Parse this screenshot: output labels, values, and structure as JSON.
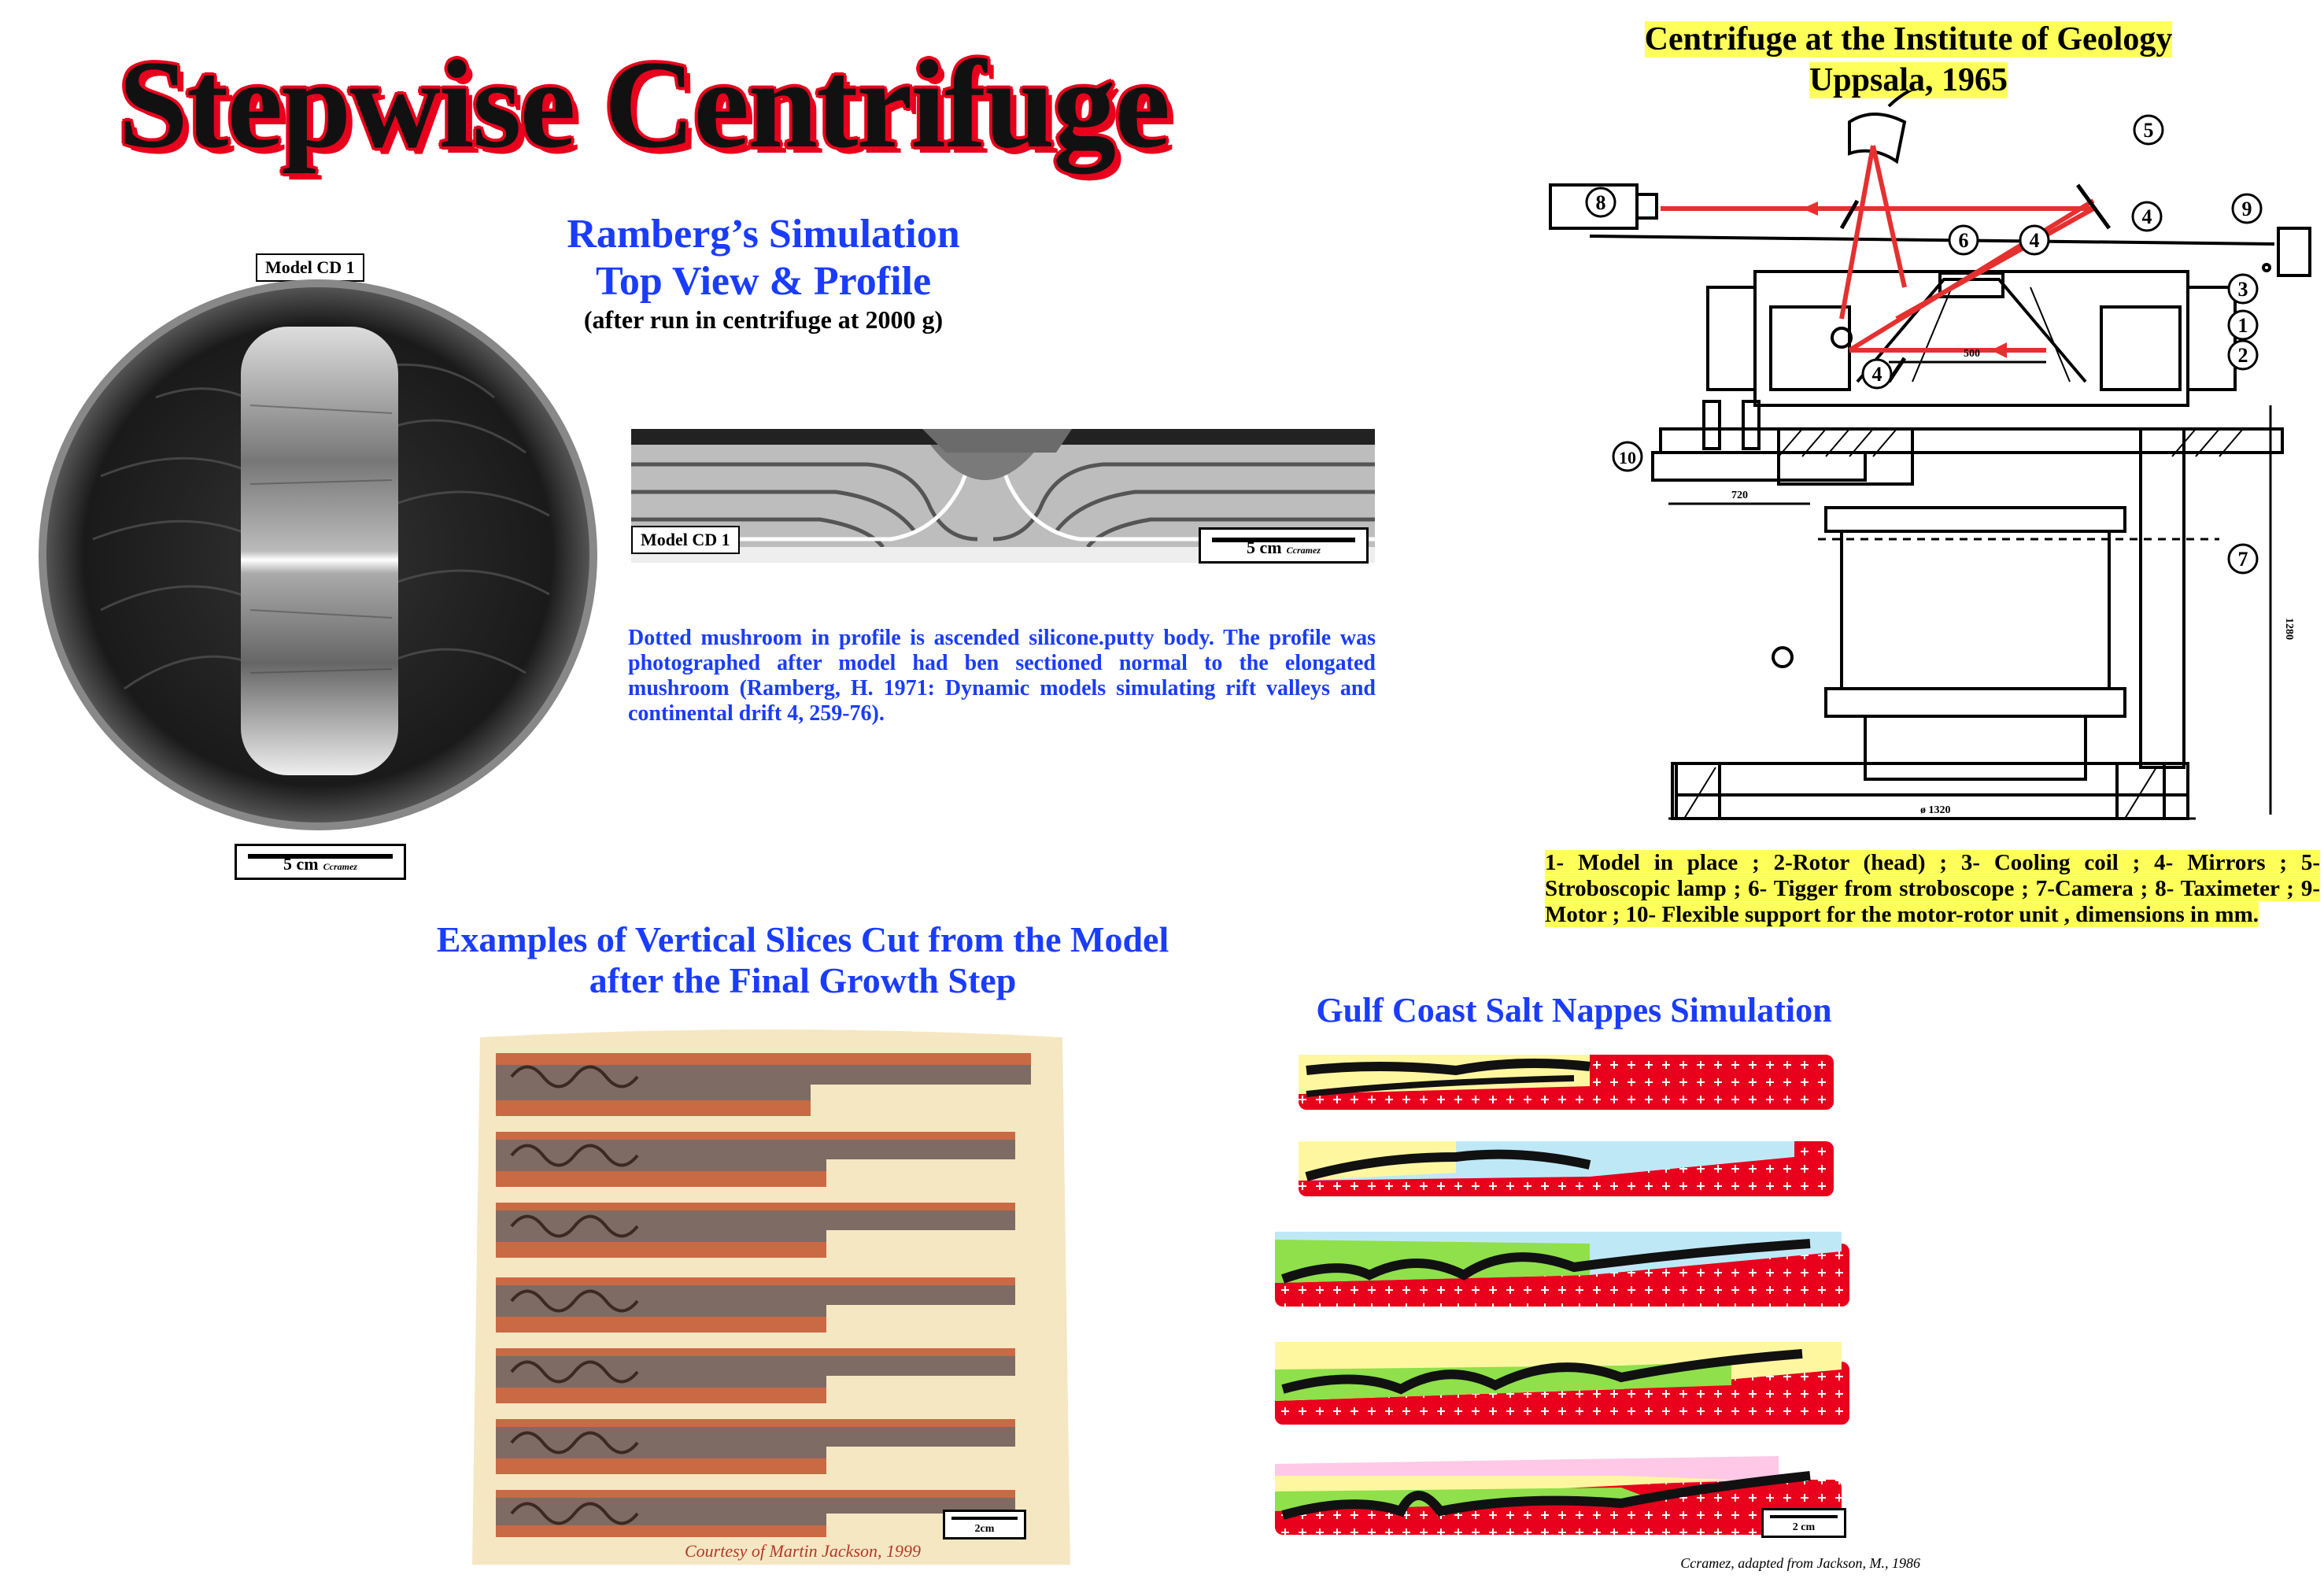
{
  "title": "Stepwise Centrifuge",
  "ramberg": {
    "heading_line1": "Ramberg’s Simulation",
    "heading_line2": "Top View & Profile",
    "subheading": "(after run in centrifuge at 2000 g)",
    "topview_label": "Model CD 1",
    "profile_label": "Model CD 1",
    "scale_text": "5 cm",
    "credit": "Ccramez",
    "caption": "Dotted mushroom in profile is ascended silicone.putty body. The profile was photographed after model had ben sectioned normal to the elongated mushroom (Ramberg, H. 1971: Dynamic models simulating rift valleys and continental drift 4, 259-76)."
  },
  "centrifuge": {
    "heading_line1": "Centrifuge at the Institute of Geology",
    "heading_line2": "Uppsala, 1965",
    "callouts": [
      "1",
      "2",
      "3",
      "4",
      "4",
      "4",
      "5",
      "6",
      "7",
      "8",
      "9",
      "10"
    ],
    "dimensions": {
      "d1": "500",
      "d2": "720",
      "d3": "1280",
      "d4": "ø 1320"
    },
    "legend": "1- Model in place ; 2-Rotor (head) ; 3- Cooling coil ; 4- Mirrors ; 5- Stroboscopic lamp ; 6- Tigger from stroboscope ; 7-Camera ; 8- Taximeter ; 9-Motor ; 10- Flexible support for the motor-rotor unit , dimensions in mm."
  },
  "slices": {
    "heading_line1": "Examples of Vertical Slices Cut from the Model",
    "heading_line2": "after the Final Growth Step",
    "scale_text": "2cm",
    "credit": "Courtesy of Martin Jackson, 1999"
  },
  "gulf": {
    "heading": "Gulf Coast Salt Nappes Simulation",
    "scale_text": "2 cm",
    "credit": "Ccramez, adapted from  Jackson, M., 1986"
  },
  "colors": {
    "title_outline": "#e8001c",
    "heading_blue": "#1a3cff",
    "highlight_yellow": "#ffff5a",
    "salt_red": "#e8001c",
    "beam_red": "#e53030"
  }
}
